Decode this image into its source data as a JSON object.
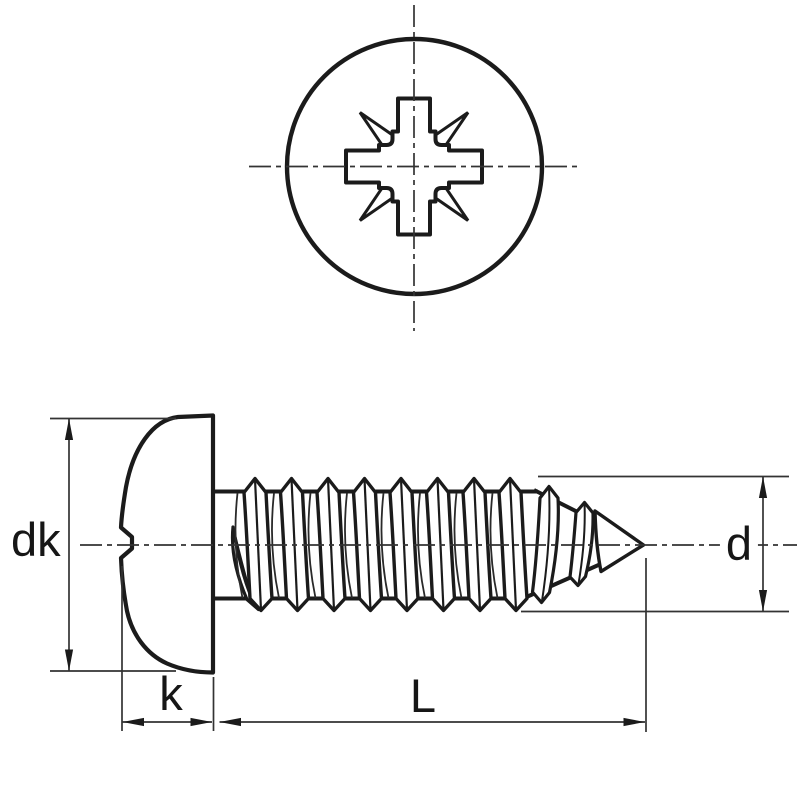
{
  "page": {
    "background": "#ffffff"
  },
  "drawing": {
    "kind": "fastener-technical-drawing",
    "line_color": "#1b1b1b",
    "thin_line_color": "#333333",
    "views": {
      "top_view": {
        "feature": "pozidriv-recess-head"
      },
      "side_view": {
        "feature": "pan-head-tapping-screw-profile"
      }
    },
    "dimension_labels": {
      "head_diameter": "dk",
      "head_height": "k",
      "total_length": "L",
      "thread_diameter": "d"
    }
  }
}
